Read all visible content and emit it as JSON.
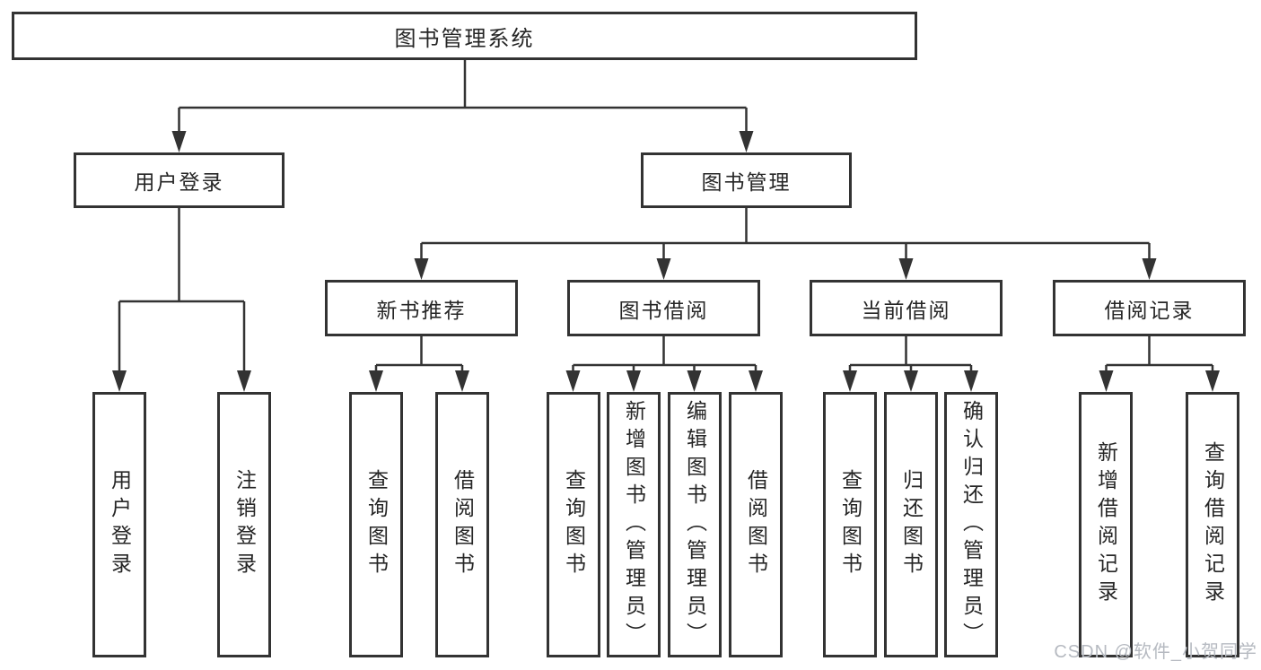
{
  "diagram": {
    "title_node": "图书管理系统",
    "colors": {
      "line": "#333333",
      "border": "#333333",
      "text": "#262626",
      "background": "#ffffff",
      "watermark": "#b6bac1"
    },
    "tree": {
      "root": "图书管理系统",
      "branches": [
        {
          "label": "用户登录",
          "leaves": [
            "用户登录",
            "注销登录"
          ]
        },
        {
          "label": "图书管理",
          "children": [
            {
              "label": "新书推荐",
              "leaves": [
                "查询图书",
                "借阅图书"
              ]
            },
            {
              "label": "图书借阅",
              "leaves": [
                "查询图书",
                "新增图书（管理员）",
                "编辑图书（管理员）",
                "借阅图书"
              ]
            },
            {
              "label": "当前借阅",
              "leaves": [
                "查询图书",
                "归还图书",
                "确认归还（管理员）"
              ]
            },
            {
              "label": "借阅记录",
              "leaves": [
                "新增借阅记录",
                "查询借阅记录"
              ]
            }
          ]
        }
      ]
    },
    "watermark": {
      "text": "CSDN @软件_小贺同学"
    }
  }
}
